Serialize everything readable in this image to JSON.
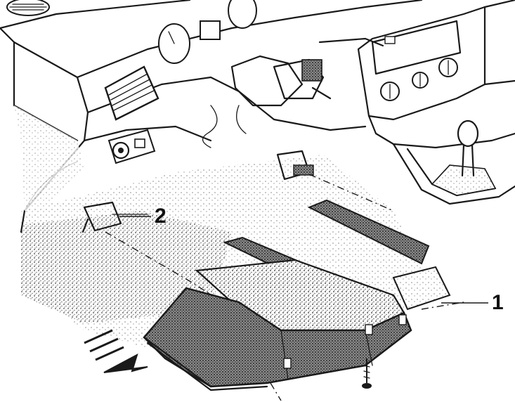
{
  "figure": {
    "callouts": {
      "one": "1",
      "two": "2"
    },
    "colors": {
      "ink": "#1a1a1a",
      "stipple": "#6b6b6b",
      "background": "#ffffff"
    },
    "depicts": [
      "dashboard",
      "glovebox-tray",
      "mounting-clip",
      "screw",
      "gear-lever",
      "air-vent",
      "heater-controls"
    ],
    "direction_arrow": "removal-direction"
  }
}
